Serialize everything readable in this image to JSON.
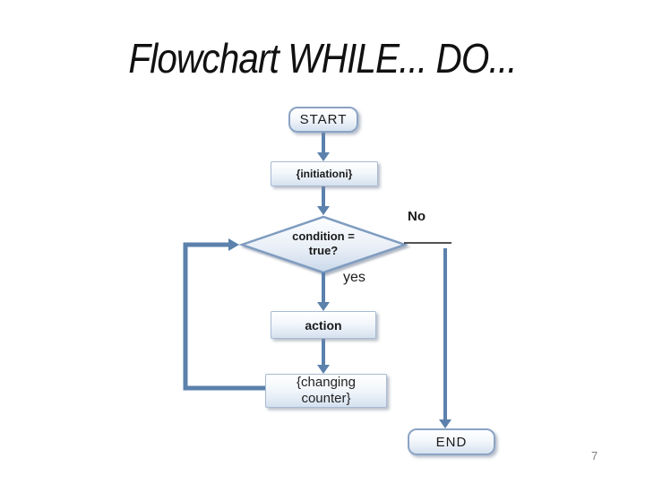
{
  "slide": {
    "title": "Flowchart WHILE... DO...",
    "page_number": "7"
  },
  "flowchart": {
    "nodes": {
      "start": "START",
      "initiation": "{initiationi}",
      "condition": "condition = true?",
      "action": "action",
      "changing_counter": "{changing counter}",
      "end": "END"
    },
    "branch_labels": {
      "yes": "yes",
      "no": "No"
    }
  },
  "colors": {
    "arrow": "#5b81ac",
    "shape_border": "#7f9cc0",
    "shape_fill_top": "#ffffff",
    "shape_fill_bottom": "#d5e1ef",
    "no_underline": "#1a1a1a",
    "title_text": "#111111",
    "page_number": "#7f7f7f"
  }
}
